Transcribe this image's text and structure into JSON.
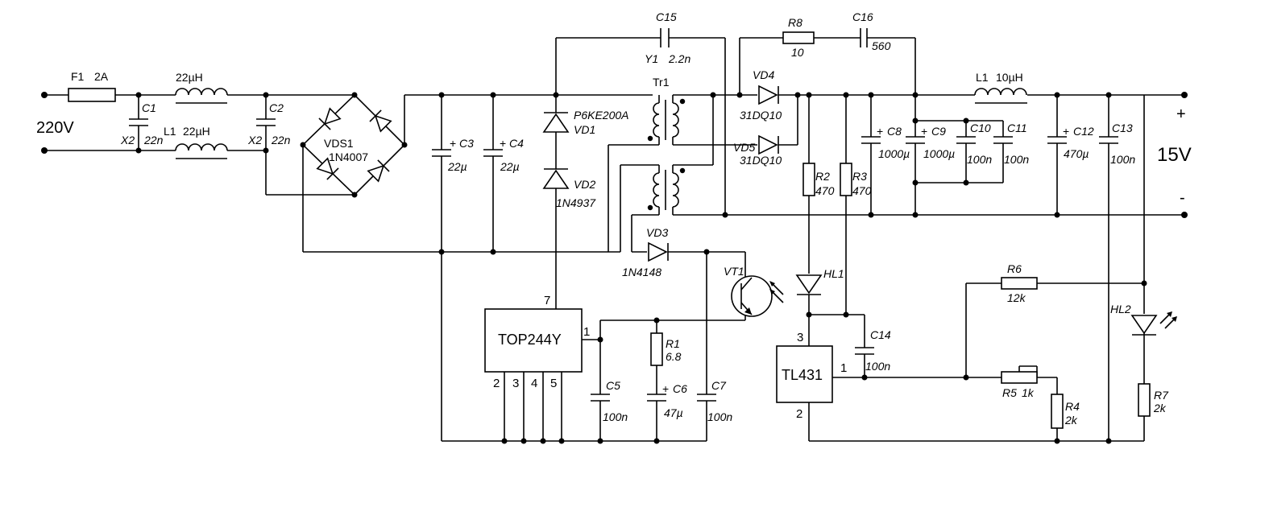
{
  "input": {
    "voltage": "220V"
  },
  "output": {
    "voltage": "15V",
    "plus": "+",
    "minus": "-"
  },
  "fuse": {
    "name": "F1",
    "value": "2A"
  },
  "chokes": {
    "in_top": {
      "value": "22µH"
    },
    "in_bottom": {
      "name": "L1",
      "value": "22µH"
    },
    "out": {
      "name": "L1",
      "value": "10µH"
    }
  },
  "bridge": {
    "name": "VDS1",
    "value": "1N4007"
  },
  "transformer": {
    "name": "Tr1"
  },
  "ics": {
    "pwm": {
      "name": "TOP244Y",
      "pins": [
        "7",
        "1",
        "2",
        "3",
        "4",
        "5"
      ]
    },
    "ref": {
      "name": "TL431",
      "pins": [
        "3",
        "1",
        "2"
      ]
    }
  },
  "capacitors": [
    {
      "id": "c1",
      "name": "C1",
      "class": "X2",
      "value": "22n"
    },
    {
      "id": "c2",
      "name": "C2",
      "class": "X2",
      "value": "22n"
    },
    {
      "id": "c3",
      "name": "C3",
      "value": "22µ"
    },
    {
      "id": "c4",
      "name": "C4",
      "value": "22µ"
    },
    {
      "id": "c5",
      "name": "C5",
      "value": "100n"
    },
    {
      "id": "c6",
      "name": "C6",
      "value": "47µ"
    },
    {
      "id": "c7",
      "name": "C7",
      "value": "100n"
    },
    {
      "id": "c8",
      "name": "C8",
      "value": "1000µ"
    },
    {
      "id": "c9",
      "name": "C9",
      "value": "1000µ"
    },
    {
      "id": "c10",
      "name": "C10",
      "value": "100n"
    },
    {
      "id": "c11",
      "name": "C11",
      "value": "100n"
    },
    {
      "id": "c12",
      "name": "C12",
      "value": "470µ"
    },
    {
      "id": "c13",
      "name": "C13",
      "value": "100n"
    },
    {
      "id": "c14",
      "name": "C14",
      "value": "100n"
    },
    {
      "id": "c15",
      "name": "C15",
      "class": "Y1",
      "value": "2.2n"
    },
    {
      "id": "c16",
      "name": "C16",
      "value": "560"
    }
  ],
  "resistors": [
    {
      "id": "r1",
      "name": "R1",
      "value": "6.8"
    },
    {
      "id": "r2",
      "name": "R2",
      "value": "470"
    },
    {
      "id": "r3",
      "name": "R3",
      "value": "470"
    },
    {
      "id": "r4",
      "name": "R4",
      "value": "2k"
    },
    {
      "id": "r5",
      "name": "R5",
      "value": "1k"
    },
    {
      "id": "r6",
      "name": "R6",
      "value": "12k"
    },
    {
      "id": "r7",
      "name": "R7",
      "value": "2k"
    },
    {
      "id": "r8",
      "name": "R8",
      "value": "10"
    }
  ],
  "diodes": [
    {
      "id": "vd1",
      "name": "VD1",
      "value": "P6KE200A"
    },
    {
      "id": "vd2",
      "name": "VD2",
      "value": "1N4937"
    },
    {
      "id": "vd3",
      "name": "VD3",
      "value": "1N4148"
    },
    {
      "id": "vd4",
      "name": "VD4",
      "value": "31DQ10"
    },
    {
      "id": "vd5",
      "name": "VD5",
      "value": "31DQ10"
    }
  ],
  "leds": [
    {
      "id": "hl1",
      "name": "HL1"
    },
    {
      "id": "hl2",
      "name": "HL2"
    }
  ],
  "optocoupler": {
    "name": "VT1"
  }
}
